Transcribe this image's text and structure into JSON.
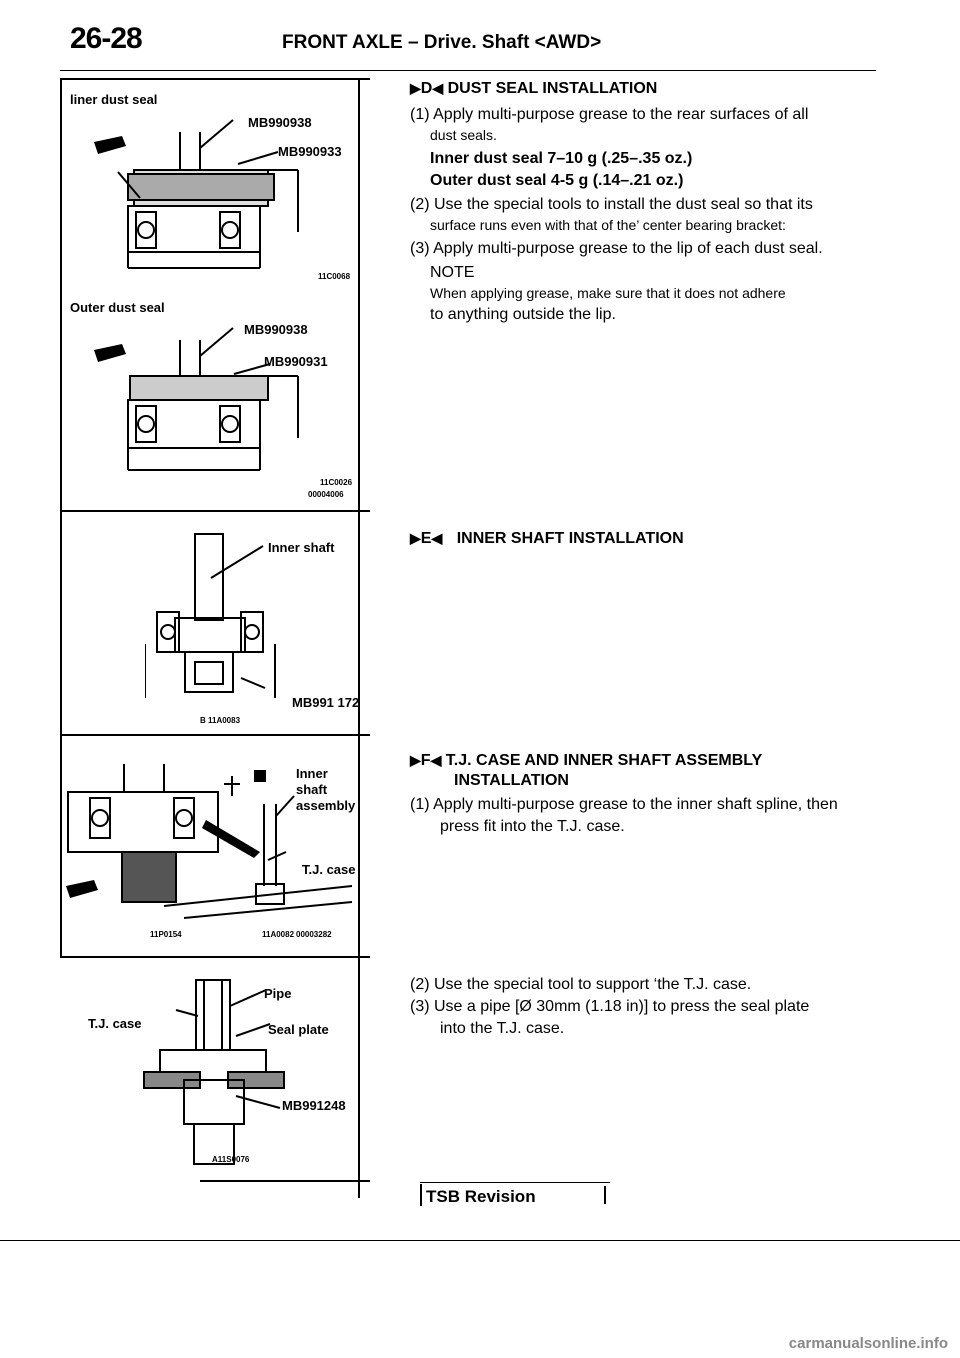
{
  "header": {
    "page_number": "26-28",
    "title": "FRONT AXLE – Drive. Shaft <AWD>"
  },
  "figures": {
    "fig1": {
      "label_top": "liner dust seal",
      "tool_a": "MB990938",
      "tool_b": "MB990933",
      "code_a": "11C0068",
      "label_mid": "Outer dust seal",
      "tool_c": "MB990938",
      "tool_d": "MB990931",
      "code_b": "11C0026",
      "code_c": "00004006"
    },
    "fig2": {
      "label": "Inner shaft",
      "tool": "MB991 172",
      "code": "B 11A0083"
    },
    "fig3": {
      "label_1": "Inner",
      "label_2": "shaft",
      "label_3": "assembly",
      "label_case": "T.J. case",
      "code_a": "11P0154",
      "code_b": "11A0082",
      "code_c": "00003282"
    },
    "fig4": {
      "label_case": "T.J. case",
      "label_pipe": "Pipe",
      "label_seal": "Seal plate",
      "tool": "MB991248",
      "code": "A11S0076"
    }
  },
  "sections": {
    "d": {
      "marker": "D",
      "title": "DUST SEAL INSTALLATION",
      "step1_a": "(1) Apply multi-purpose grease to the rear surfaces of all",
      "step1_b": "dust seals.",
      "spec1": "Inner dust seal 7–10 g (.25–.35 oz.)",
      "spec2": "Outer dust seal 4-5 g (.14–.21 oz.)",
      "step2_a": "(2) Use the special tools to install the dust seal so that its",
      "step2_b": "surface runs even with that of the’ center bearing bracket:",
      "step3": "(3) Apply multi-purpose grease to the lip of each dust seal.",
      "note_label": "NOTE",
      "note_a": "When applying grease, make sure that it does not adhere",
      "note_b": "to anything outside the lip."
    },
    "e": {
      "marker": "E",
      "title": "INNER SHAFT INSTALLATION"
    },
    "f": {
      "marker": "F",
      "title_a": "T.J. CASE AND INNER SHAFT ASSEMBLY",
      "title_b": "INSTALLATION",
      "step1_a": "(1) Apply multi-purpose grease to the inner shaft spline, then",
      "step1_b": "press fit into the T.J. case.",
      "step2": "(2) Use the special tool to support ‘the T.J. case.",
      "step3_a": "(3) Use a pipe [Ø 30mm (1.18 in)] to press the seal plate",
      "step3_b": "into the T.J. case."
    }
  },
  "footer": {
    "revision": "TSB Revision",
    "watermark": "carmanualsonline.info"
  }
}
